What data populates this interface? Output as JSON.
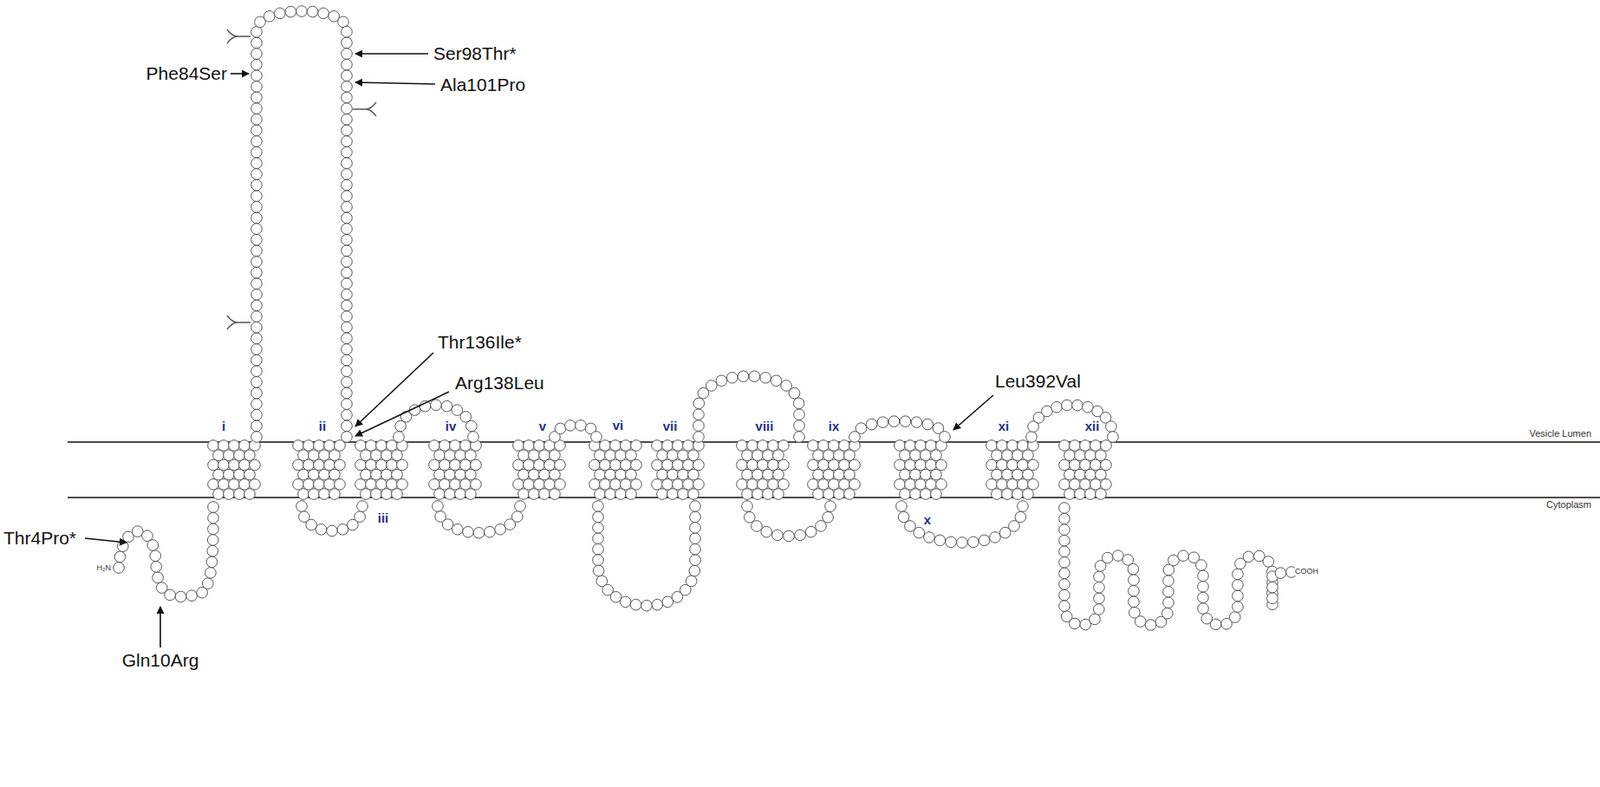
{
  "diagram": {
    "labels": [
      "Phe84Ser",
      "Ser98Thr*",
      "Ala101Pro",
      "Thr136Ile*",
      "Arg138Leu",
      "i",
      "ii",
      "iv",
      "v",
      "vi",
      "vii",
      "viii",
      "ix",
      "Leu392Val",
      "xi",
      "xii",
      "Vesicle Lumen",
      "iii",
      "x",
      "Cytoplasm",
      "Thr4Pro*",
      "H₂N",
      "COOH",
      "Gln10Arg"
    ]
  }
}
